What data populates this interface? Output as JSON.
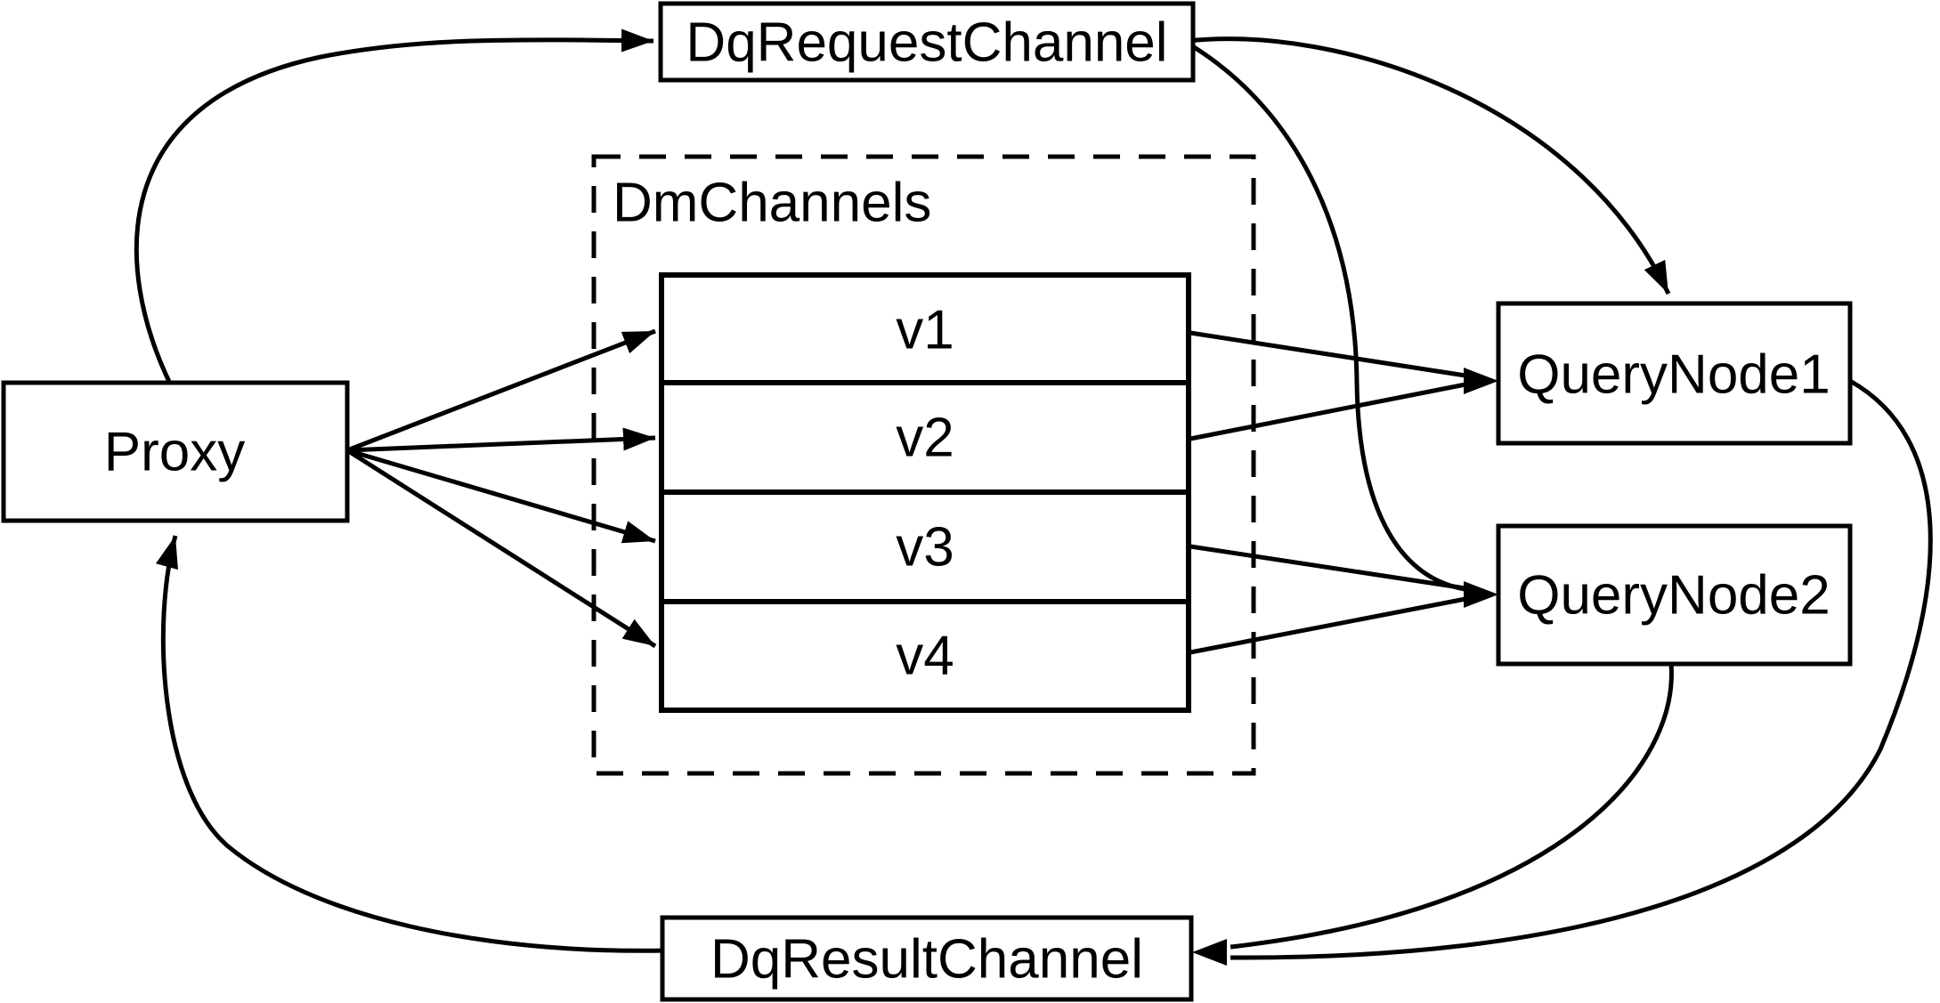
{
  "diagram": {
    "background_color": "#ffffff",
    "line_color": "#000000",
    "nodes": {
      "proxy": {
        "label": "Proxy"
      },
      "dq_request_channel": {
        "label": "DqRequestChannel"
      },
      "dm_channels": {
        "label": "DmChannels"
      },
      "channels": [
        {
          "label": "v1"
        },
        {
          "label": "v2"
        },
        {
          "label": "v3"
        },
        {
          "label": "v4"
        }
      ],
      "query_node1": {
        "label": "QueryNode1"
      },
      "query_node2": {
        "label": "QueryNode2"
      },
      "dq_result_channel": {
        "label": "DqResultChannel"
      }
    },
    "edges": [
      {
        "from": "Proxy",
        "to": "DqRequestChannel"
      },
      {
        "from": "DqRequestChannel",
        "to": "QueryNode1"
      },
      {
        "from": "DqRequestChannel",
        "to": "QueryNode2"
      },
      {
        "from": "Proxy",
        "to": "v1"
      },
      {
        "from": "Proxy",
        "to": "v2"
      },
      {
        "from": "Proxy",
        "to": "v3"
      },
      {
        "from": "Proxy",
        "to": "v4"
      },
      {
        "from": "v1",
        "to": "QueryNode1"
      },
      {
        "from": "v2",
        "to": "QueryNode1"
      },
      {
        "from": "v3",
        "to": "QueryNode2"
      },
      {
        "from": "v4",
        "to": "QueryNode2"
      },
      {
        "from": "QueryNode1",
        "to": "DqResultChannel"
      },
      {
        "from": "QueryNode2",
        "to": "DqResultChannel"
      },
      {
        "from": "DqResultChannel",
        "to": "Proxy"
      }
    ]
  }
}
